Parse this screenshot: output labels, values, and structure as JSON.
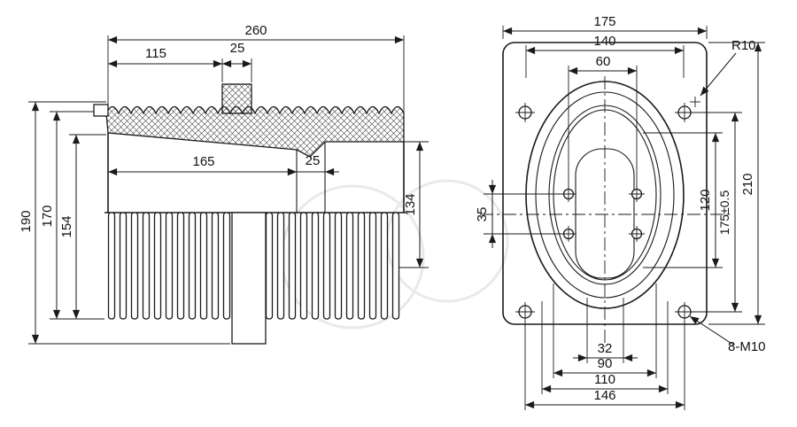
{
  "colors": {
    "ink": "#1a1a1a",
    "background": "#ffffff",
    "watermark": "#e9e9e9"
  },
  "side_view": {
    "dims": {
      "total_width": "260",
      "left_width": "115",
      "boss_width": "25",
      "taper_length": "165",
      "step_width": "25",
      "right_height": "134",
      "overall_height": "190",
      "body_height": "170",
      "core_height": "154"
    }
  },
  "front_view": {
    "dims": {
      "plate_width": "175",
      "oval_outer_width": "140",
      "hole_cols_span": "60",
      "corner_radius": "R10",
      "hole_rows_span": "35",
      "window_height": "120",
      "hole_pitch_vertical": "175±0.5",
      "plate_height": "210",
      "slot_width": "32",
      "oval_inner_width": "90",
      "oval_mid_width": "110",
      "hole_pitch_horizontal": "146",
      "bolt_spec": "8-M10"
    }
  }
}
